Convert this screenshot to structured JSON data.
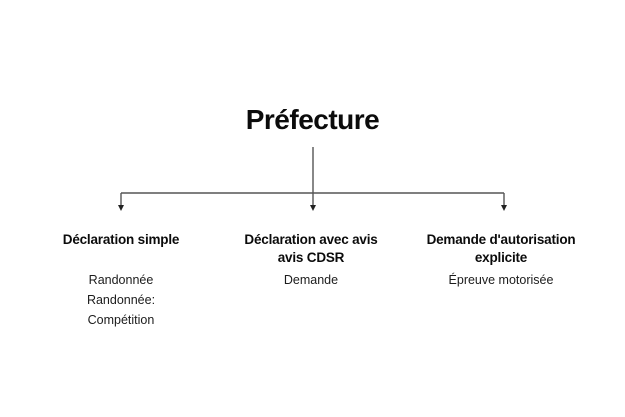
{
  "diagram": {
    "root": {
      "label": "Préfecture"
    },
    "branches": [
      {
        "id": "declaration-simple",
        "heading_lines": [
          "Déclaration simple"
        ],
        "items": [
          "Randonnée",
          "Randonnée:",
          "Compétition"
        ]
      },
      {
        "id": "declaration-avec-avis",
        "heading_lines": [
          "Déclaration avec avis",
          "avis CDSR"
        ],
        "items": [
          "Demande"
        ]
      },
      {
        "id": "demande-autorisation-explicite",
        "heading_lines": [
          "Demande d'autorisation",
          "explicite"
        ],
        "items": [
          "Épreuve motorisée"
        ]
      }
    ],
    "colors": {
      "background": "#ffffff",
      "text": "#111111",
      "line": "#555555",
      "arrowhead": "#222222"
    }
  }
}
